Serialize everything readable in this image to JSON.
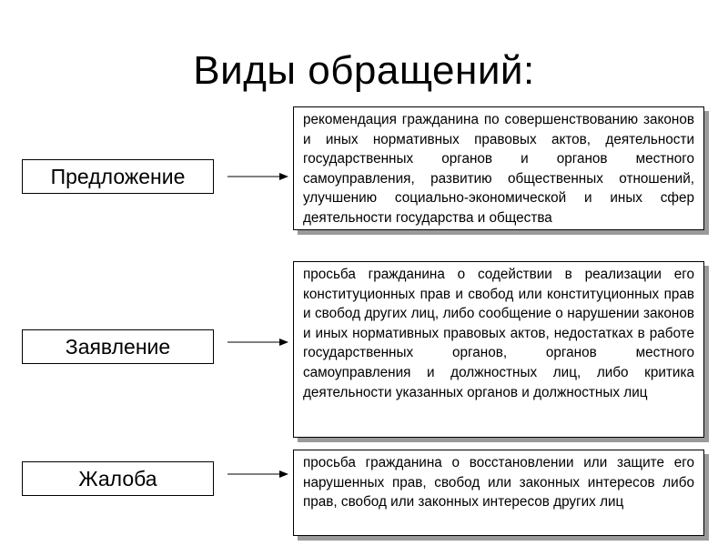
{
  "title": "Виды обращений:",
  "items": [
    {
      "term": "Предложение",
      "definition": "рекомендация гражданина по совершенствованию законов и иных нормативных правовых актов, деятельности государственных органов и органов местного самоуправления, развитию общественных отношений, улучшению социально-экономической и иных сфер деятельности государства и общества"
    },
    {
      "term": "Заявление",
      "definition": "просьба гражданина о содействии в реализации его конституционных прав и свобод или конституционных прав и свобод других лиц, либо сообщение о нарушении законов и иных нормативных правовых актов, недостатках в работе государственных органов, органов местного самоуправления и должностных лиц, либо критика деятельности указанных органов и должностных лиц"
    },
    {
      "term": "Жалоба",
      "definition": "просьба гражданина о восстановлении или защите его нарушенных прав, свобод или законных интересов либо прав, свобод или законных интересов других лиц"
    }
  ]
}
